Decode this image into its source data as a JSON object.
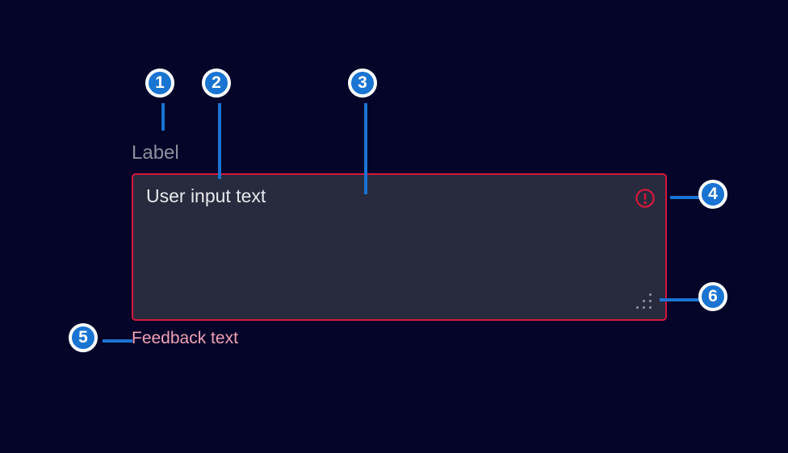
{
  "colors": {
    "background": "#050529",
    "accent_blue": "#1a74d2",
    "error_red": "#d6173c",
    "textarea_bg": "#272b3d",
    "label_gray": "#8e8e9b",
    "value_text": "#e8e8ed",
    "feedback_pink": "#f0a2b3",
    "grip_gray": "#8e8e9a",
    "marker_ring": "#ffffff"
  },
  "component": {
    "label": "Label",
    "value": "User input text",
    "feedback": "Feedback text"
  },
  "icons": {
    "error": "alert-circle-icon",
    "resize": "resize-grip-icon"
  },
  "callouts": [
    {
      "number": "1"
    },
    {
      "number": "2"
    },
    {
      "number": "3"
    },
    {
      "number": "4"
    },
    {
      "number": "5"
    },
    {
      "number": "6"
    }
  ]
}
